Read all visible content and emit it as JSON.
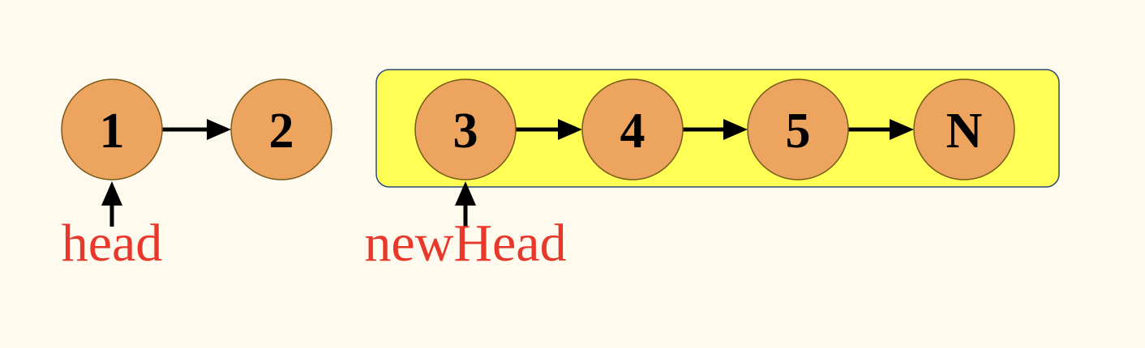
{
  "colors": {
    "background": "#fefaee",
    "node_fill": "#eda45f",
    "highlight_fill": "#ffff55",
    "pointer_text": "#e8382c"
  },
  "nodes": [
    {
      "id": "n1",
      "label": "1"
    },
    {
      "id": "n2",
      "label": "2"
    },
    {
      "id": "n3",
      "label": "3"
    },
    {
      "id": "n4",
      "label": "4"
    },
    {
      "id": "n5",
      "label": "5"
    },
    {
      "id": "nN",
      "label": "N"
    }
  ],
  "links": [
    {
      "from": "n1",
      "to": "n2"
    },
    {
      "from": "n3",
      "to": "n4"
    },
    {
      "from": "n4",
      "to": "n5"
    },
    {
      "from": "n5",
      "to": "nN"
    }
  ],
  "highlighted_nodes": [
    "n3",
    "n4",
    "n5",
    "nN"
  ],
  "pointers": [
    {
      "id": "head",
      "label": "head",
      "target": "n1"
    },
    {
      "id": "newHead",
      "label": "newHead",
      "target": "n3"
    }
  ]
}
